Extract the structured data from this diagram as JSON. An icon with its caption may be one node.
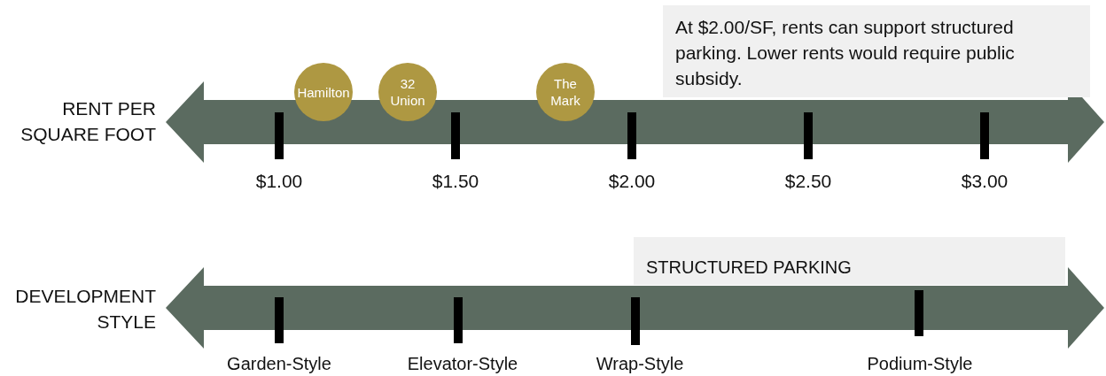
{
  "diagram": {
    "nodes": [
      {
        "text": [
          "At $2.00/SF, rents can support structured parking. Lower rents would require public subsidy."
        ]
      },
      {
        "text": [
          "Hamilton"
        ]
      },
      {
        "text": [
          "32 Union"
        ]
      },
      {
        "text": [
          "The Mark"
        ]
      },
      {
        "text": [
          "STRUCTURED PARKING"
        ]
      }
    ],
    "labels": [
      "RENT PER SQUARE FOOT",
      "$1.00",
      "$1.50",
      "$2.00",
      "$2.50",
      "$3.00",
      "DEVELOPMENT STYLE",
      "Garden-Style",
      "Elevator-Style",
      "Wrap-Style",
      "Podium-Style"
    ]
  }
}
